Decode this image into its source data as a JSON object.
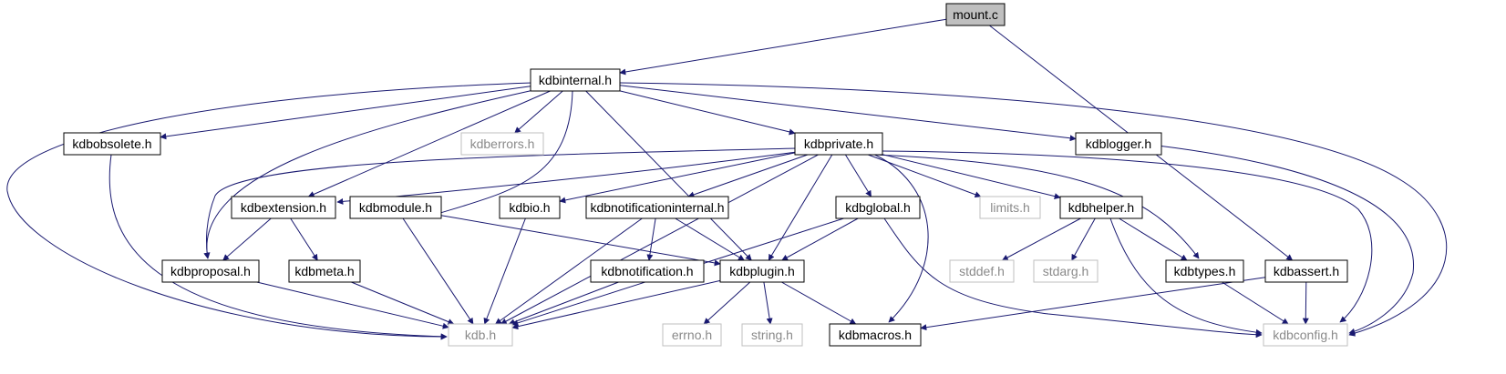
{
  "colors": {
    "edge": "#191970",
    "node_border": "#000000",
    "missing_border": "#bfbfbf",
    "root_fill": "#bfbfbf",
    "node_fill": "#ffffff"
  },
  "nodes": [
    {
      "id": "mount_c",
      "label": "mount.c",
      "style": "root"
    },
    {
      "id": "kdbinternal",
      "label": "kdbinternal.h",
      "style": "normal"
    },
    {
      "id": "kdbobsolete",
      "label": "kdbobsolete.h",
      "style": "normal"
    },
    {
      "id": "kdberrors",
      "label": "kdberrors.h",
      "style": "missing"
    },
    {
      "id": "kdbprivate",
      "label": "kdbprivate.h",
      "style": "normal"
    },
    {
      "id": "kdblogger",
      "label": "kdblogger.h",
      "style": "normal"
    },
    {
      "id": "kdbextension",
      "label": "kdbextension.h",
      "style": "normal"
    },
    {
      "id": "kdbmodule",
      "label": "kdbmodule.h",
      "style": "normal"
    },
    {
      "id": "kdbio",
      "label": "kdbio.h",
      "style": "normal"
    },
    {
      "id": "kdbnotificationinternal",
      "label": "kdbnotificationinternal.h",
      "style": "normal"
    },
    {
      "id": "kdbglobal",
      "label": "kdbglobal.h",
      "style": "normal"
    },
    {
      "id": "limits",
      "label": "limits.h",
      "style": "missing"
    },
    {
      "id": "kdbhelper",
      "label": "kdbhelper.h",
      "style": "normal"
    },
    {
      "id": "kdbproposal",
      "label": "kdbproposal.h",
      "style": "normal"
    },
    {
      "id": "kdbmeta",
      "label": "kdbmeta.h",
      "style": "normal"
    },
    {
      "id": "kdbnotification",
      "label": "kdbnotification.h",
      "style": "normal"
    },
    {
      "id": "kdbplugin",
      "label": "kdbplugin.h",
      "style": "normal"
    },
    {
      "id": "stddef",
      "label": "stddef.h",
      "style": "missing"
    },
    {
      "id": "stdarg",
      "label": "stdarg.h",
      "style": "missing"
    },
    {
      "id": "kdbtypes",
      "label": "kdbtypes.h",
      "style": "normal"
    },
    {
      "id": "kdbassert",
      "label": "kdbassert.h",
      "style": "normal"
    },
    {
      "id": "kdb",
      "label": "kdb.h",
      "style": "missing"
    },
    {
      "id": "errno",
      "label": "errno.h",
      "style": "missing"
    },
    {
      "id": "string",
      "label": "string.h",
      "style": "missing"
    },
    {
      "id": "kdbmacros",
      "label": "kdbmacros.h",
      "style": "normal"
    },
    {
      "id": "kdbconfig",
      "label": "kdbconfig.h",
      "style": "missing"
    }
  ],
  "edges": [
    [
      "mount_c",
      "kdbinternal"
    ],
    [
      "mount_c",
      "kdbassert"
    ],
    [
      "kdbinternal",
      "kdbobsolete"
    ],
    [
      "kdbinternal",
      "kdberrors"
    ],
    [
      "kdbinternal",
      "kdbprivate"
    ],
    [
      "kdbinternal",
      "kdblogger"
    ],
    [
      "kdbinternal",
      "kdbextension"
    ],
    [
      "kdbinternal",
      "kdbmodule"
    ],
    [
      "kdbinternal",
      "kdbproposal"
    ],
    [
      "kdbinternal",
      "kdbplugin"
    ],
    [
      "kdbinternal",
      "kdb"
    ],
    [
      "kdbinternal",
      "kdbconfig"
    ],
    [
      "kdbobsolete",
      "kdb"
    ],
    [
      "kdbprivate",
      "kdbextension"
    ],
    [
      "kdbprivate",
      "kdbio"
    ],
    [
      "kdbprivate",
      "kdbnotificationinternal"
    ],
    [
      "kdbprivate",
      "kdbglobal"
    ],
    [
      "kdbprivate",
      "limits"
    ],
    [
      "kdbprivate",
      "kdbhelper"
    ],
    [
      "kdbprivate",
      "kdbproposal"
    ],
    [
      "kdbprivate",
      "kdbplugin"
    ],
    [
      "kdbprivate",
      "kdbtypes"
    ],
    [
      "kdbprivate",
      "kdbmacros"
    ],
    [
      "kdbprivate",
      "kdb"
    ],
    [
      "kdbprivate",
      "kdbconfig"
    ],
    [
      "kdblogger",
      "kdbconfig"
    ],
    [
      "kdbextension",
      "kdbproposal"
    ],
    [
      "kdbextension",
      "kdbmeta"
    ],
    [
      "kdbmodule",
      "kdb"
    ],
    [
      "kdbmodule",
      "kdbplugin"
    ],
    [
      "kdbio",
      "kdb"
    ],
    [
      "kdbnotificationinternal",
      "kdbnotification"
    ],
    [
      "kdbnotificationinternal",
      "kdbplugin"
    ],
    [
      "kdbnotificationinternal",
      "kdb"
    ],
    [
      "kdbglobal",
      "kdbplugin"
    ],
    [
      "kdbglobal",
      "kdb"
    ],
    [
      "kdbglobal",
      "kdbconfig"
    ],
    [
      "kdbhelper",
      "stddef"
    ],
    [
      "kdbhelper",
      "stdarg"
    ],
    [
      "kdbhelper",
      "kdbtypes"
    ],
    [
      "kdbhelper",
      "kdbconfig"
    ],
    [
      "kdbproposal",
      "kdb"
    ],
    [
      "kdbmeta",
      "kdb"
    ],
    [
      "kdbnotification",
      "kdb"
    ],
    [
      "kdbplugin",
      "kdb"
    ],
    [
      "kdbplugin",
      "errno"
    ],
    [
      "kdbplugin",
      "string"
    ],
    [
      "kdbplugin",
      "kdbmacros"
    ],
    [
      "kdbtypes",
      "kdbconfig"
    ],
    [
      "kdbassert",
      "kdbmacros"
    ],
    [
      "kdbassert",
      "kdbconfig"
    ]
  ]
}
